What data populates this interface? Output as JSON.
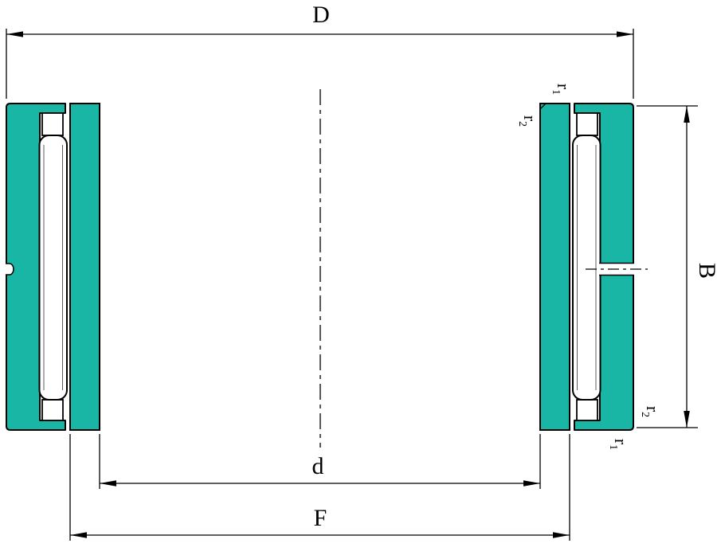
{
  "diagram": {
    "labels": {
      "outer_diameter": "D",
      "bore_diameter": "d",
      "flange_diameter": "F",
      "width": "B",
      "chamfer_r": "r",
      "chamfer_sub_1": "1",
      "chamfer_sub_2": "2"
    },
    "colors": {
      "bearing_fill": "#19B6A6",
      "line": "#000000",
      "background": "#FFFFFF"
    }
  }
}
